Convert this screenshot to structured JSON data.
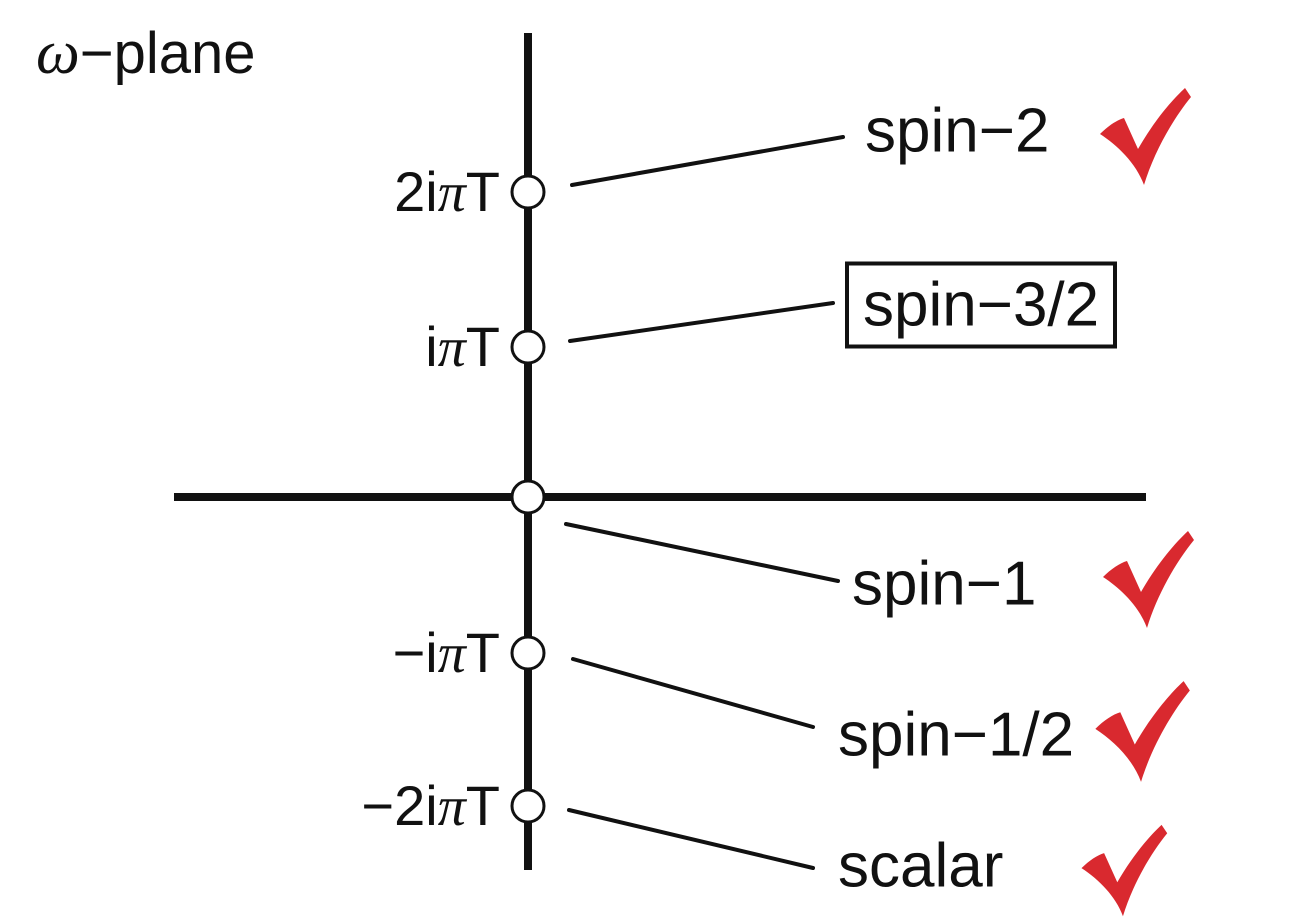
{
  "title": {
    "symbol": "ω",
    "rest": "−plane"
  },
  "colors": {
    "ink": "#111111",
    "check": "#d9292f",
    "background": "#ffffff"
  },
  "poles": [
    {
      "tick_pre": "2i",
      "tick_pi": "π",
      "tick_post": "T",
      "label": "spin−2",
      "checked": true,
      "boxed": false
    },
    {
      "tick_pre": "i",
      "tick_pi": "π",
      "tick_post": "T",
      "label": "spin−3/2",
      "checked": false,
      "boxed": true
    },
    {
      "label": "spin−1",
      "checked": true,
      "boxed": false
    },
    {
      "tick_pre": "−i",
      "tick_pi": "π",
      "tick_post": "T",
      "label": "spin−1/2",
      "checked": true,
      "boxed": false
    },
    {
      "tick_pre": "−2i",
      "tick_pi": "π",
      "tick_post": "T",
      "label": "scalar",
      "checked": true,
      "boxed": false
    }
  ]
}
